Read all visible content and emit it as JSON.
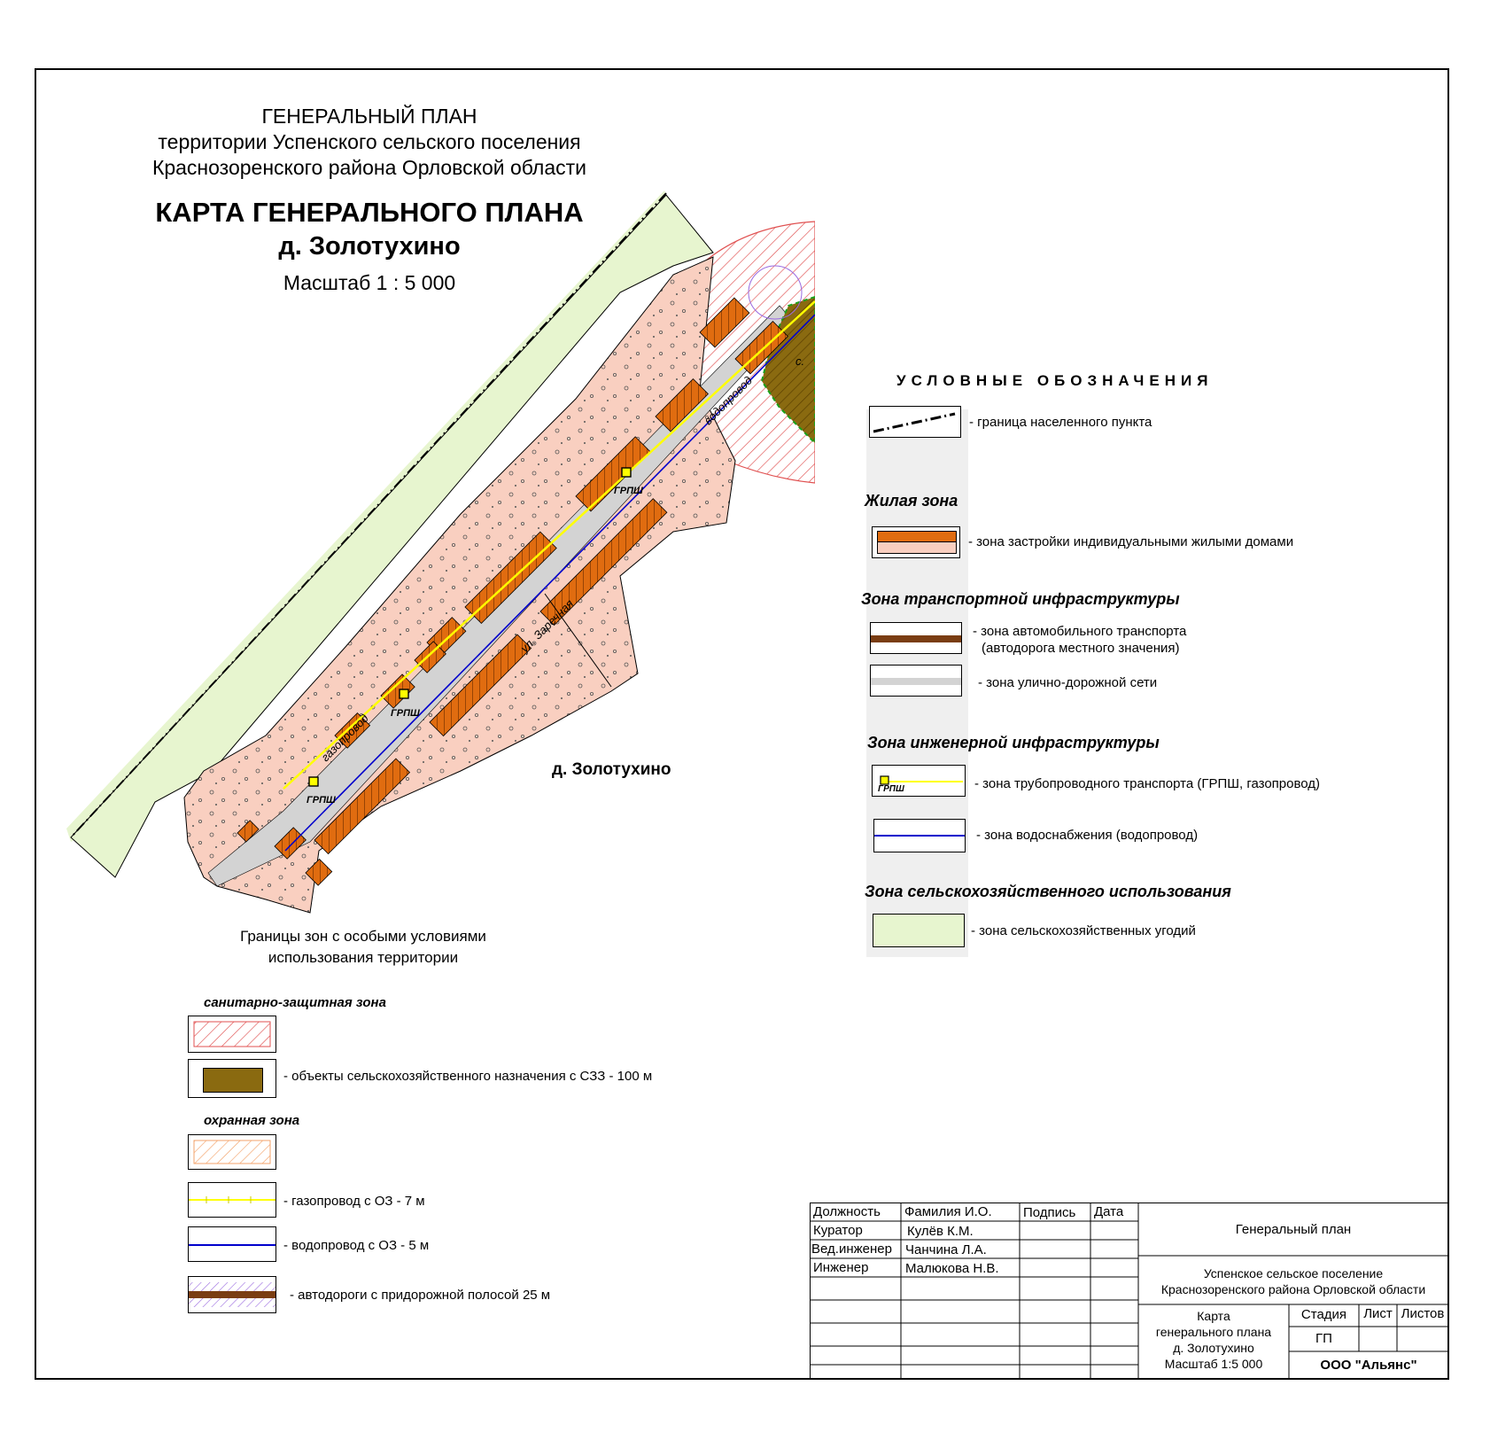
{
  "header": {
    "line1": "ГЕНЕРАЛЬНЫЙ  ПЛАН",
    "line2": "территории Успенского сельского поселения",
    "line3": "Краснозоренского района Орловской области"
  },
  "map_title": {
    "title": "КАРТА ГЕНЕРАЛЬНОГО ПЛАНА",
    "place": "д. Золотухино",
    "scale": "Масштаб 1 : 5 000"
  },
  "map_labels": {
    "street": "ул. Заречная",
    "gas": "газопровод",
    "water": "водопровод",
    "grpsh": "ГРПШ",
    "village": "д. Золотухино",
    "neighbor": "с."
  },
  "legend": {
    "title": "УСЛОВНЫЕ ОБОЗНАЧЕНИЯ",
    "boundary": "- граница населенного пункта",
    "residential_title": "Жилая зона",
    "residential_item": "- зона застройки индивидуальными жилыми домами",
    "transport_title": "Зона транспортной инфраструктуры",
    "transport_item1a": "- зона автомобильного транспорта",
    "transport_item1b": "(автодорога местного значения)",
    "transport_item2": "- зона улично-дорожной сети",
    "engineering_title": "Зона инженерной инфраструктуры",
    "engineering_item1": "- зона трубопроводного транспорта (ГРПШ, газопровод)",
    "engineering_swatch_label": "ГРПШ",
    "engineering_item2": "- зона водоснабжения (водопровод)",
    "agri_title": "Зона сельскохозяйственного использования",
    "agri_item": "- зона сельскохозяйственных угодий"
  },
  "special_zones": {
    "title_line1": "Границы зон с особыми условиями",
    "title_line2": "использования территории",
    "sanitary_title": "санитарно-защитная зона",
    "sanitary_item": "- объекты сельскохозяйственного назначения с СЗЗ - 100 м",
    "protect_title": "охранная зона",
    "gas_item": "- газопровод с ОЗ  - 7 м",
    "water_item": "- водопровод с ОЗ  - 5 м",
    "road_item": "- автодороги с придорожной полосой 25 м"
  },
  "stamp": {
    "col_position": "Должность",
    "col_name": "Фамилия И.О.",
    "col_sign": "Подпись",
    "col_date": "Дата",
    "rows": [
      {
        "position": "Куратор",
        "name": "Кулёв К.М."
      },
      {
        "position": "Вед.инженер",
        "name": "Чанчина Л.А."
      },
      {
        "position": "Инженер",
        "name": "Малюкова Н.В."
      }
    ],
    "doc_title": "Генеральный план",
    "org_line1": "Успенское сельское поселение",
    "org_line2": "Краснозоренского района  Орловской области",
    "sheet_line1": "Карта",
    "sheet_line2": "генерального плана",
    "sheet_line3": "д. Золотухино",
    "sheet_line4": "Масштаб 1:5 000",
    "stage_label": "Стадия",
    "sheet_label": "Лист",
    "sheets_label": "Листов",
    "stage_value": "ГП",
    "company": "ООО \"Альянс\""
  },
  "colors": {
    "residential_fill": "#f9cfc0",
    "building_fill": "#e06c10",
    "agri_fill": "#e7f5cf",
    "road_fill": "#d3d3d3",
    "gas_line": "#ffff00",
    "water_line": "#0000cc",
    "transport_line": "#7a3d12",
    "sanitary_hatch": "#e05050",
    "agri_object": "#8a6a10",
    "protect_hatch": "#f3a36b"
  }
}
